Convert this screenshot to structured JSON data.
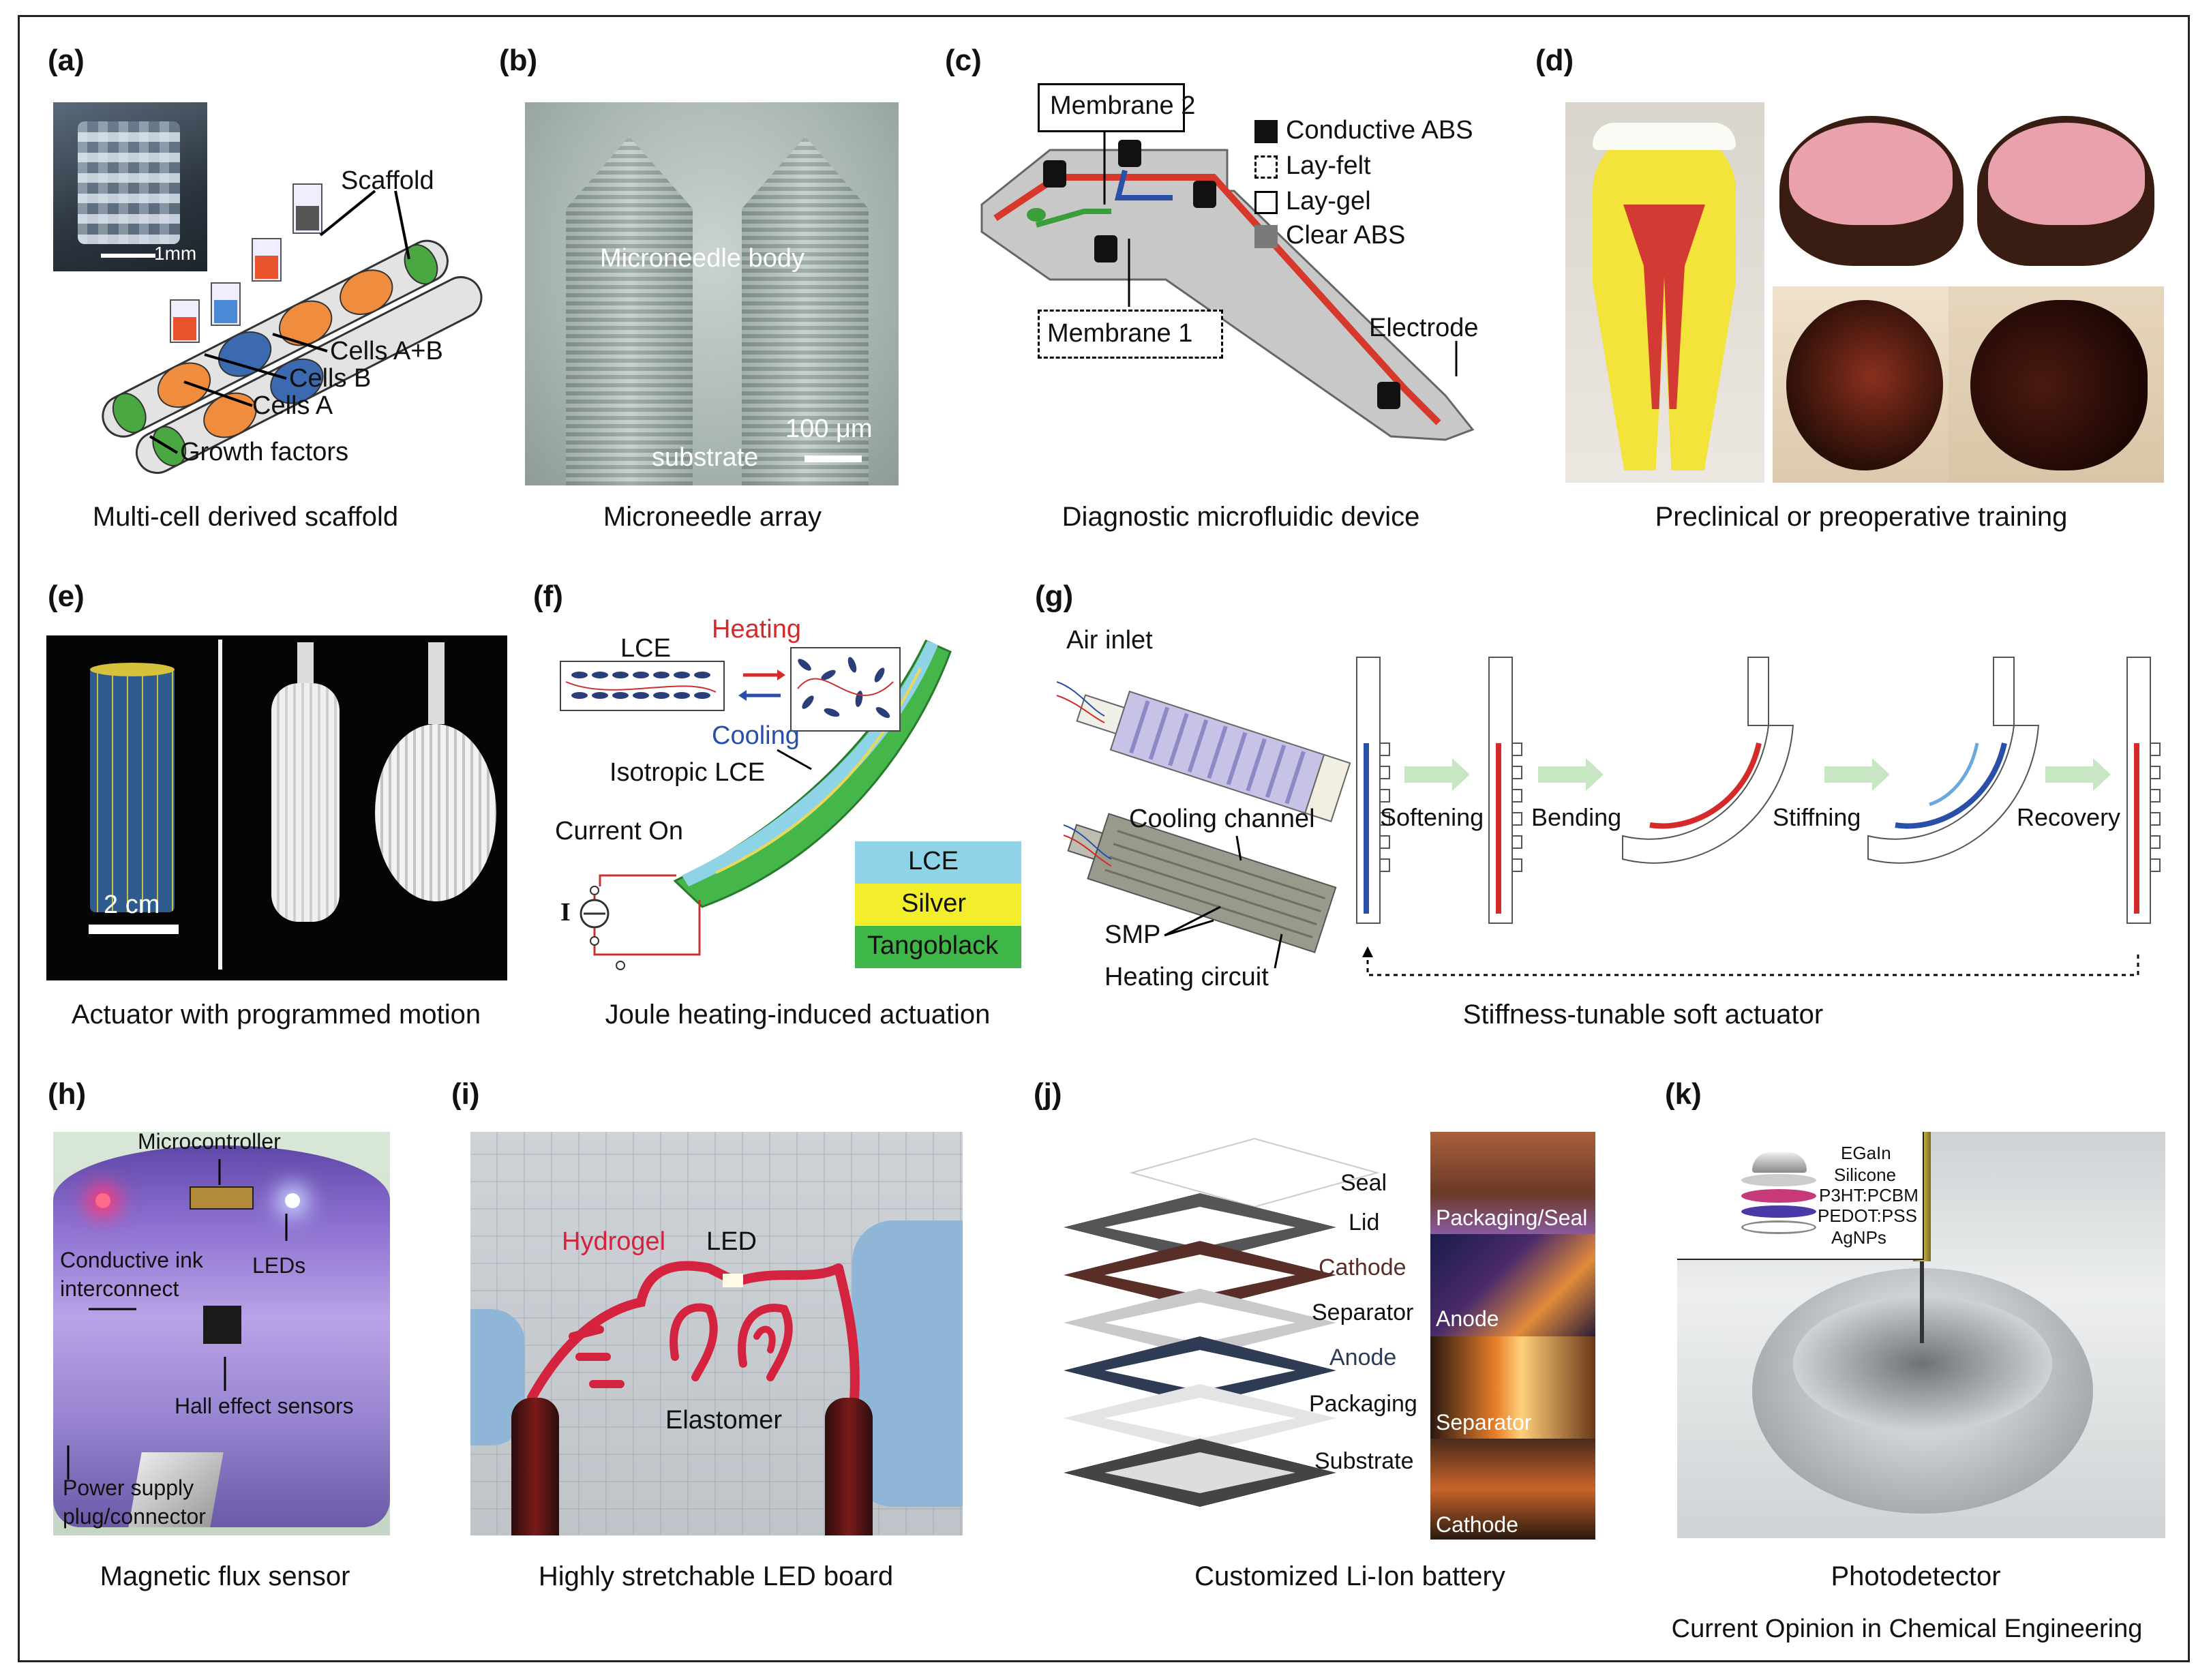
{
  "labels": {
    "a": "(a)",
    "b": "(b)",
    "c": "(c)",
    "d": "(d)",
    "e": "(e)",
    "f": "(f)",
    "g": "(g)",
    "h": "(h)",
    "i": "(i)",
    "j": "(j)",
    "k": "(k)"
  },
  "captions": {
    "a": "Multi-cell derived scaffold",
    "b": "Microneedle array",
    "c": "Diagnostic microfluidic device",
    "d": "Preclinical or preoperative training",
    "e": "Actuator with programmed motion",
    "f": "Joule heating-induced actuation",
    "g": "Stiffness-tunable soft actuator",
    "h": "Magnetic flux sensor",
    "i": "Highly stretchable LED board",
    "j": "Customized Li-Ion battery",
    "k": "Photodetector"
  },
  "journal": "Current Opinion in Chemical Engineering",
  "panel_a": {
    "scale": "1mm",
    "scaffold": "Scaffold",
    "cells_ab": "Cells A+B",
    "cells_b": "Cells B",
    "cells_a": "Cells A",
    "growth": "Growth factors"
  },
  "panel_b": {
    "body": "Microneedle body",
    "substrate": "substrate",
    "scale": "100 μm"
  },
  "panel_c": {
    "membrane2": "Membrane 2",
    "membrane1": "Membrane 1",
    "electrode": "Electrode",
    "legend": [
      "Conductive ABS",
      "Lay-felt",
      "Lay-gel",
      "Clear ABS"
    ]
  },
  "panel_e": {
    "scale": "2 cm"
  },
  "panel_f": {
    "lce": "LCE",
    "heating": "Heating",
    "cooling": "Cooling",
    "isotropic": "Isotropic LCE",
    "current": "Current On",
    "source": "I",
    "layers": [
      "LCE",
      "Silver",
      "Tangoblack"
    ]
  },
  "panel_g": {
    "air": "Air inlet",
    "cooling": "Cooling channel",
    "smp": "SMP",
    "heating": "Heating circuit",
    "steps": [
      "Softening",
      "Bending",
      "Stiffning",
      "Recovery"
    ]
  },
  "panel_h": {
    "micro": "Microcontroller",
    "ink1": "Conductive ink",
    "ink2": "interconnect",
    "leds": "LEDs",
    "hall": "Hall effect sensors",
    "power1": "Power supply",
    "power2": "plug/connector"
  },
  "panel_i": {
    "hydrogel": "Hydrogel",
    "led": "LED",
    "elastomer": "Elastomer"
  },
  "panel_j": {
    "layers": [
      "Seal",
      "Lid",
      "Cathode",
      "Separator",
      "Anode",
      "Packaging",
      "Substrate"
    ],
    "photos": [
      "Packaging/Seal",
      "Anode",
      "Separator",
      "Cathode"
    ]
  },
  "panel_k": {
    "stack": [
      "EGaIn",
      "Silicone",
      "P3HT:PCBM",
      "PEDOT:PSS",
      "AgNPs"
    ]
  },
  "colors": {
    "red": "#d42a2a",
    "blue": "#2a4fa8",
    "green": "#35b035",
    "lce": "#8fd3e6",
    "silver": "#f2ee2c",
    "tangoblack": "#3fb648"
  }
}
